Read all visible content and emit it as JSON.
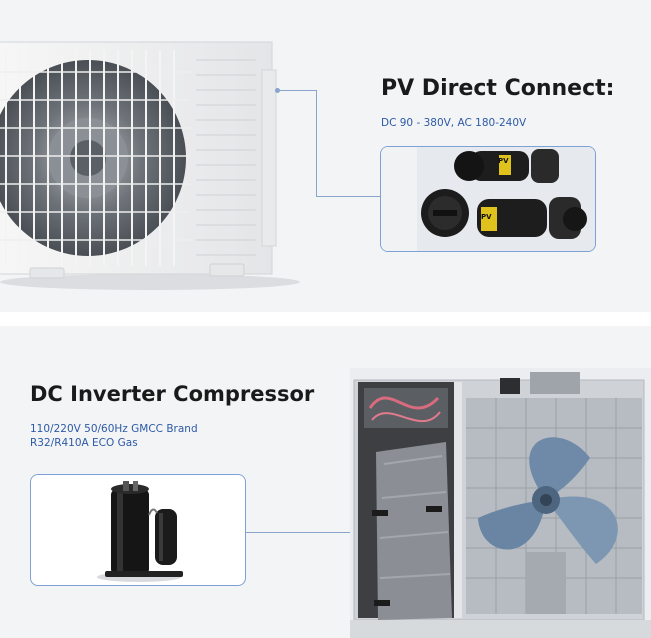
{
  "pv_section": {
    "title": "PV Direct Connect:",
    "spec": "DC 90 - 380V, AC 180-240V",
    "label_1": "PV",
    "label_2": "PV"
  },
  "compressor_section": {
    "title": "DC Inverter Compressor",
    "spec_line_1": "110/220V 50/60Hz GMCC Brand",
    "spec_line_2": "R32/R410A ECO Gas"
  },
  "colors": {
    "accent_blue": "#2d5aa6",
    "border_blue": "#7fa0d4",
    "background": "#f3f4f6"
  }
}
